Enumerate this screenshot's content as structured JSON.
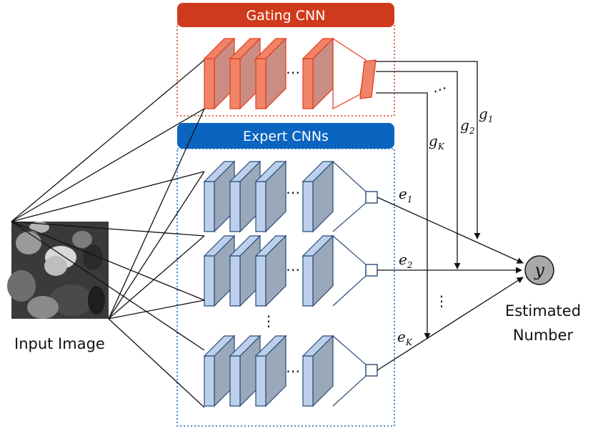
{
  "gating": {
    "title": "Gating CNN",
    "header_color": "#d03a1c",
    "layer_fill": "#c98d84",
    "layer_side": "#f08468",
    "layer_stroke": "#e8391a"
  },
  "experts": {
    "title": "Expert CNNs",
    "header_color": "#0b64c0",
    "layer_fill": "#9aa9ba",
    "layer_side": "#bcd0ec",
    "layer_stroke": "#2a4a75"
  },
  "input_label": "Input Image",
  "output": {
    "symbol": "y",
    "label_line1": "Estimated",
    "label_line2": "Number"
  },
  "expert_outputs": [
    {
      "sym": "e",
      "sub": "1"
    },
    {
      "sym": "e",
      "sub": "2"
    },
    {
      "sym": "e",
      "sub": "K"
    }
  ],
  "gate_outputs": [
    {
      "sym": "g",
      "sub": "1"
    },
    {
      "sym": "g",
      "sub": "2"
    },
    {
      "sym": "g",
      "sub": "K"
    }
  ],
  "ellipsis": "⋯",
  "vertical_ellipsis": "⋮"
}
